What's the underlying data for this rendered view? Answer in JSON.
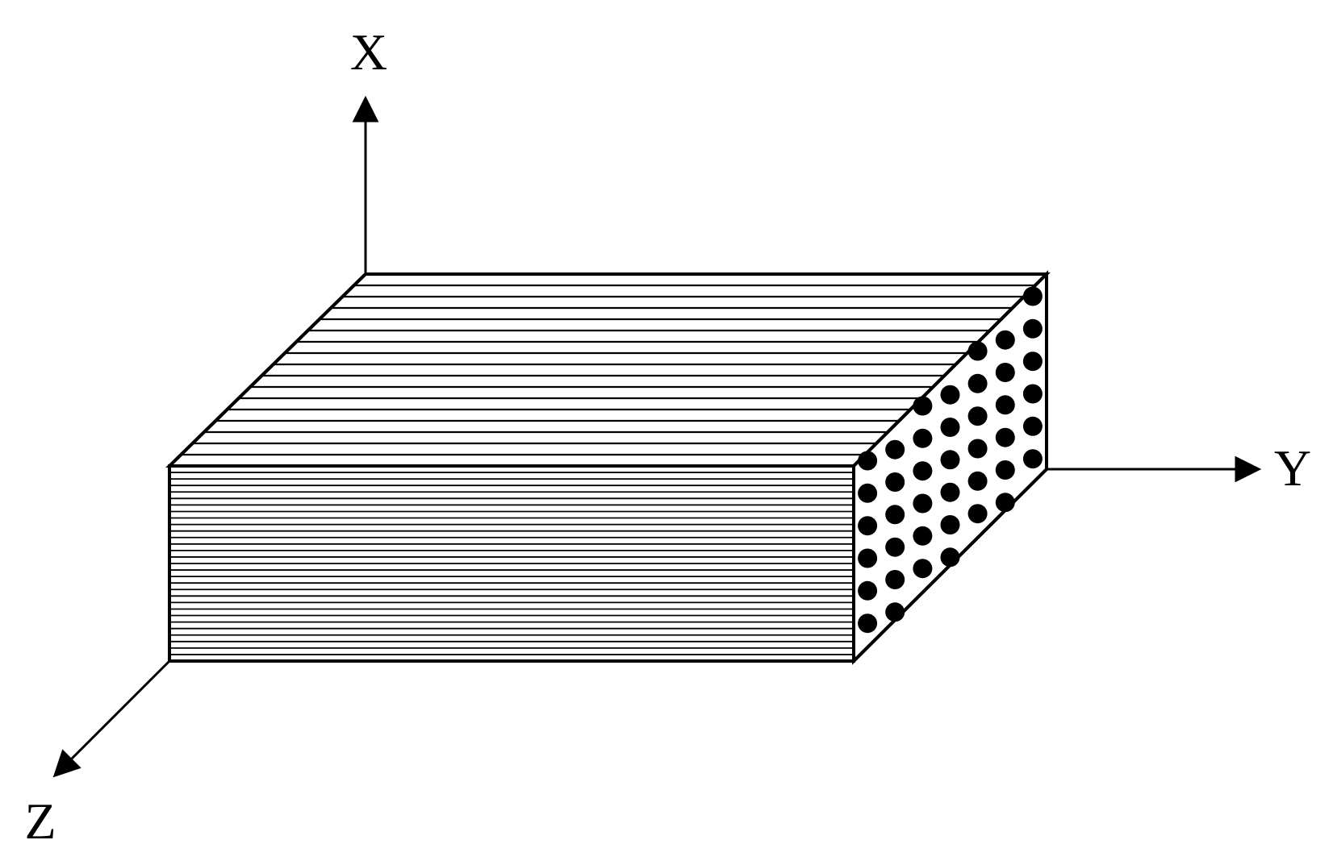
{
  "axes": {
    "x_label": "X",
    "y_label": "Y",
    "z_label": "Z"
  },
  "colors": {
    "line": "#000000",
    "fiber_dot": "#000000",
    "background": "#ffffff"
  }
}
